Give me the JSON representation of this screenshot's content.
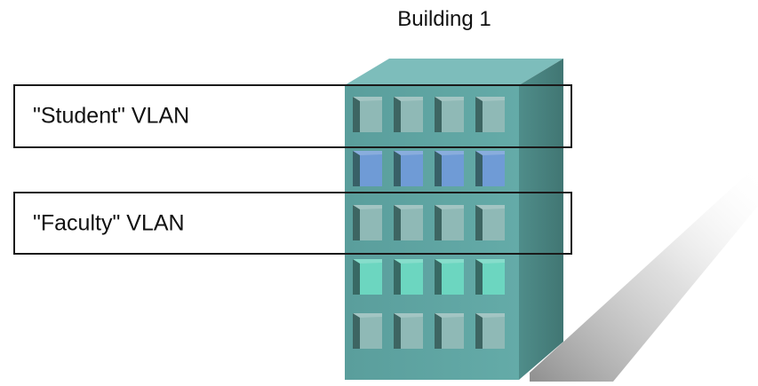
{
  "title": "Building 1",
  "vlans": [
    {
      "label": "\"Student\" VLAN",
      "floor": 1,
      "color": "#6f9bd6"
    },
    {
      "label": "\"Faculty\" VLAN",
      "floor": 3,
      "color": "#6cd6c0"
    }
  ],
  "building": {
    "floors": 5,
    "windows_per_floor": 4,
    "wall_color": "#5fa5a3",
    "window_color": "#8fb9b6"
  }
}
